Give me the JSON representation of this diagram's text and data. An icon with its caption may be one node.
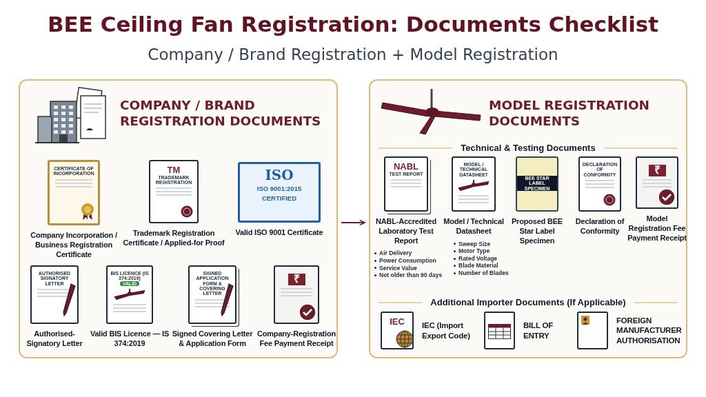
{
  "diagram": {
    "title": "BEE Ceiling Fan Registration: Documents Checklist",
    "nodes": [
      {
        "text": [
          "COMPANY / BRAND REGISTRATION DOCUMENTS"
        ]
      },
      {
        "text": [
          "CERTIFICATE OF INCORPORATION",
          "Company Incorporation / Business Registration Certificate"
        ],
        "in": 0
      },
      {
        "text": [
          "TM",
          "TRADEMARK REGISTRATION",
          "Trademark Registration Certificate / Applied-for Proof"
        ],
        "in": 0
      },
      {
        "text": [
          "ISO",
          "ISO 9001:2015",
          "CERTIFIED",
          "Valid ISO 9001 Certificate"
        ],
        "in": 0
      },
      {
        "text": [
          "AUTHORISED SIGNATORY LETTER",
          "Authorised-Signatory Letter"
        ],
        "in": 0
      },
      {
        "text": [
          "BIS LICENCE (IS 374:2019)",
          "VALID",
          "Valid BIS Licence — IS 374:2019"
        ],
        "in": 0
      },
      {
        "text": [
          "SIGNED APPLICATION FORM & COVERING LETTER",
          "Signed Covering Letter & Application Form"
        ],
        "in": 0
      },
      {
        "text": [
          "₹",
          "Company-Registration Fee Payment Receipt"
        ],
        "in": 0
      },
      {
        "text": [
          "MODEL REGISTRATION DOCUMENTS"
        ]
      },
      {
        "text": [
          "NABL",
          "TEST REPORT",
          "NABL-Accredited Laboratory Test Report",
          "Air Delivery",
          "Power Consumption",
          "Service Value",
          "Not older than 90 days"
        ],
        "in": 8
      },
      {
        "text": [
          "MODEL / TECHNICAL DATASHEET",
          "Model / Technical Datasheet",
          "Sweep Size",
          "Motor Type",
          "Rated Voltage",
          "Blade Material",
          "Number of Blades"
        ],
        "in": 8
      },
      {
        "text": [
          "BEE STAR LABEL SPECIMEN",
          "Proposed BEE Star Label Specimen"
        ],
        "in": 8
      },
      {
        "text": [
          "DECLARATION OF CONFORMITY",
          "Declaration of Conformity"
        ],
        "in": 8
      },
      {
        "text": [
          "₹",
          "Model Registration Fee Payment Receipt"
        ],
        "in": 8
      },
      {
        "text": [
          "IEC",
          "IEC (Import Export Code)"
        ],
        "in": 8
      },
      {
        "text": [
          "BILL OF ENTRY"
        ],
        "in": 8
      },
      {
        "text": [
          "FOREIGN MANUFACTURER AUTHORISATION"
        ],
        "in": 8
      }
    ],
    "edges": [
      {
        "from": 0,
        "to": 8,
        "arrow": "to"
      }
    ],
    "labels": [
      "Company / Brand Registration + Model Registration",
      "Technical & Testing Documents",
      "Additional Importer Documents (If Applicable)"
    ]
  }
}
